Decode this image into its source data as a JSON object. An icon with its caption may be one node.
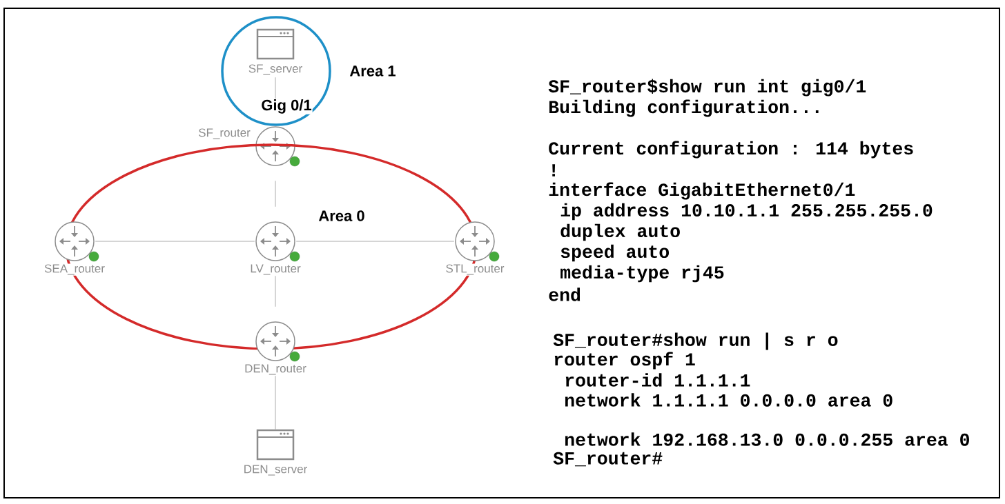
{
  "diagram": {
    "nodes": [
      {
        "text": [
          "Area 1"
        ]
      },
      {
        "text": [
          "SF_server"
        ],
        "in": 0
      },
      {
        "text": [
          "SF_router"
        ]
      },
      {
        "text": [
          "Area 0"
        ]
      },
      {
        "text": [
          "SEA_router"
        ]
      },
      {
        "text": [
          "LV_router"
        ],
        "in": 3
      },
      {
        "text": [
          "STL_router"
        ]
      },
      {
        "text": [
          "DEN_router"
        ]
      },
      {
        "text": [
          "DEN_server"
        ]
      }
    ],
    "edges": [
      {
        "from": 1,
        "to": 2,
        "arrow": "none",
        "label": "Gig 0/1"
      },
      {
        "from": 2,
        "to": 5,
        "arrow": "none"
      },
      {
        "from": 4,
        "to": 5,
        "arrow": "none"
      },
      {
        "from": 5,
        "to": 6,
        "arrow": "none"
      },
      {
        "from": 5,
        "to": 7,
        "arrow": "none"
      },
      {
        "from": 7,
        "to": 8,
        "arrow": "none"
      }
    ],
    "labels": [
      "SF_router$show run int gig0/1",
      "Building configuration...",
      "Current configuration : 114 bytes",
      "!",
      "interface GigabitEthernet0/1",
      "ip address 10.10.1.1 255.255.255.0",
      "duplex auto",
      "speed auto",
      "media-type rj45",
      "end",
      "SF_router#show run | s r o",
      "router ospf 1",
      "router-id 1.1.1.1",
      "network 1.1.1.1 0.0.0.0 area 0",
      "network 192.168.13.0 0.0.0.255 area 0",
      "SF_router#"
    ]
  }
}
